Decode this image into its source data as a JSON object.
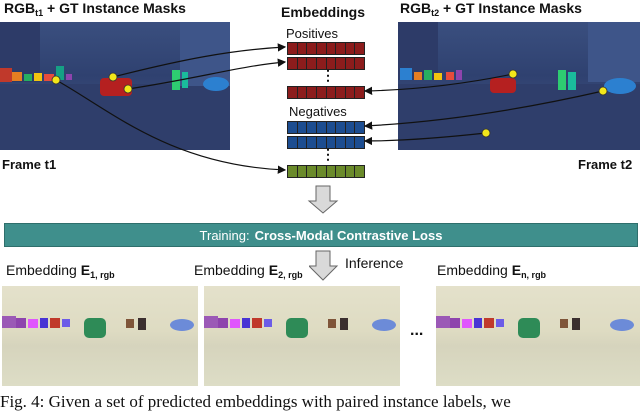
{
  "header": {
    "left_prefix": "RGB",
    "left_sub": "t1",
    "left_suffix": " +  GT Instance Masks",
    "right_prefix": "RGB",
    "right_sub": "t2",
    "right_suffix": " + GT Instance Masks"
  },
  "embeddings": {
    "title": "Embeddings",
    "positives_label": "Positives",
    "negatives_label": "Negatives",
    "ellipsis": "⋮"
  },
  "frames": {
    "left_label": "Frame t1",
    "right_label": "Frame t2"
  },
  "training": {
    "prefix": "Training:",
    "loss": "Cross-Modal Contrastive Loss"
  },
  "inference_label": "Inference",
  "embedding_outputs": [
    {
      "prefix": "Embedding ",
      "letter": "E",
      "sub": "1, rgb"
    },
    {
      "prefix": "Embedding ",
      "letter": "E",
      "sub": "2, rgb"
    },
    {
      "prefix": "Embedding ",
      "letter": "E",
      "sub": "n, rgb"
    }
  ],
  "between_ellipsis": "...",
  "caption": "Fig. 4: Given a set of predicted embeddings with paired instance labels, we",
  "colors": {
    "positive": "#8c1c1c",
    "negative": "#1c4d91",
    "other": "#6a8a2a",
    "banner": "#3f8f8c",
    "point": "#f2e71a"
  }
}
